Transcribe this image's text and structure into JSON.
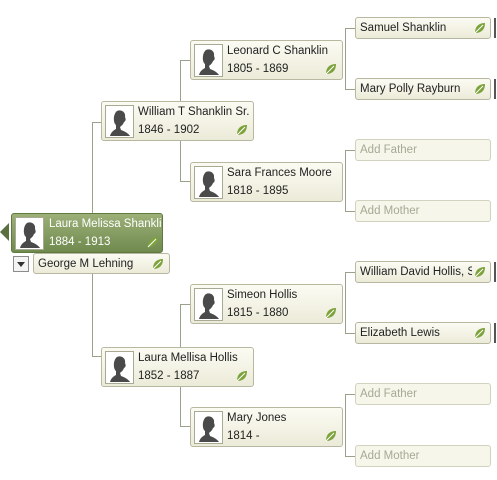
{
  "root": {
    "name": "Laura Melissa Shanklin",
    "dates": "1884 - 1913"
  },
  "spouse": {
    "name": "George M Lehning"
  },
  "father": {
    "name": "William T Shanklin Sr.",
    "dates": "1846 - 1902"
  },
  "mother": {
    "name": "Laura Mellisa Hollis",
    "dates": "1852 - 1887"
  },
  "pgf": {
    "name": "Leonard C Shanklin",
    "dates": "1805 - 1869"
  },
  "pgm": {
    "name": "Sara Frances Moore",
    "dates": "1818 - 1895"
  },
  "mgf": {
    "name": "Simeon Hollis",
    "dates": "1815 - 1880"
  },
  "mgm": {
    "name": "Mary Jones",
    "dates": "1814 -"
  },
  "gg1": {
    "name": "Samuel Shanklin"
  },
  "gg2": {
    "name": "Mary Polly Rayburn"
  },
  "gg3": {
    "placeholder": "Add Father"
  },
  "gg4": {
    "placeholder": "Add Mother"
  },
  "gg5": {
    "name": "William David Hollis, Sr."
  },
  "gg6": {
    "name": "Elizabeth Lewis"
  },
  "gg7": {
    "placeholder": "Add Father"
  },
  "gg8": {
    "placeholder": "Add Mother"
  }
}
